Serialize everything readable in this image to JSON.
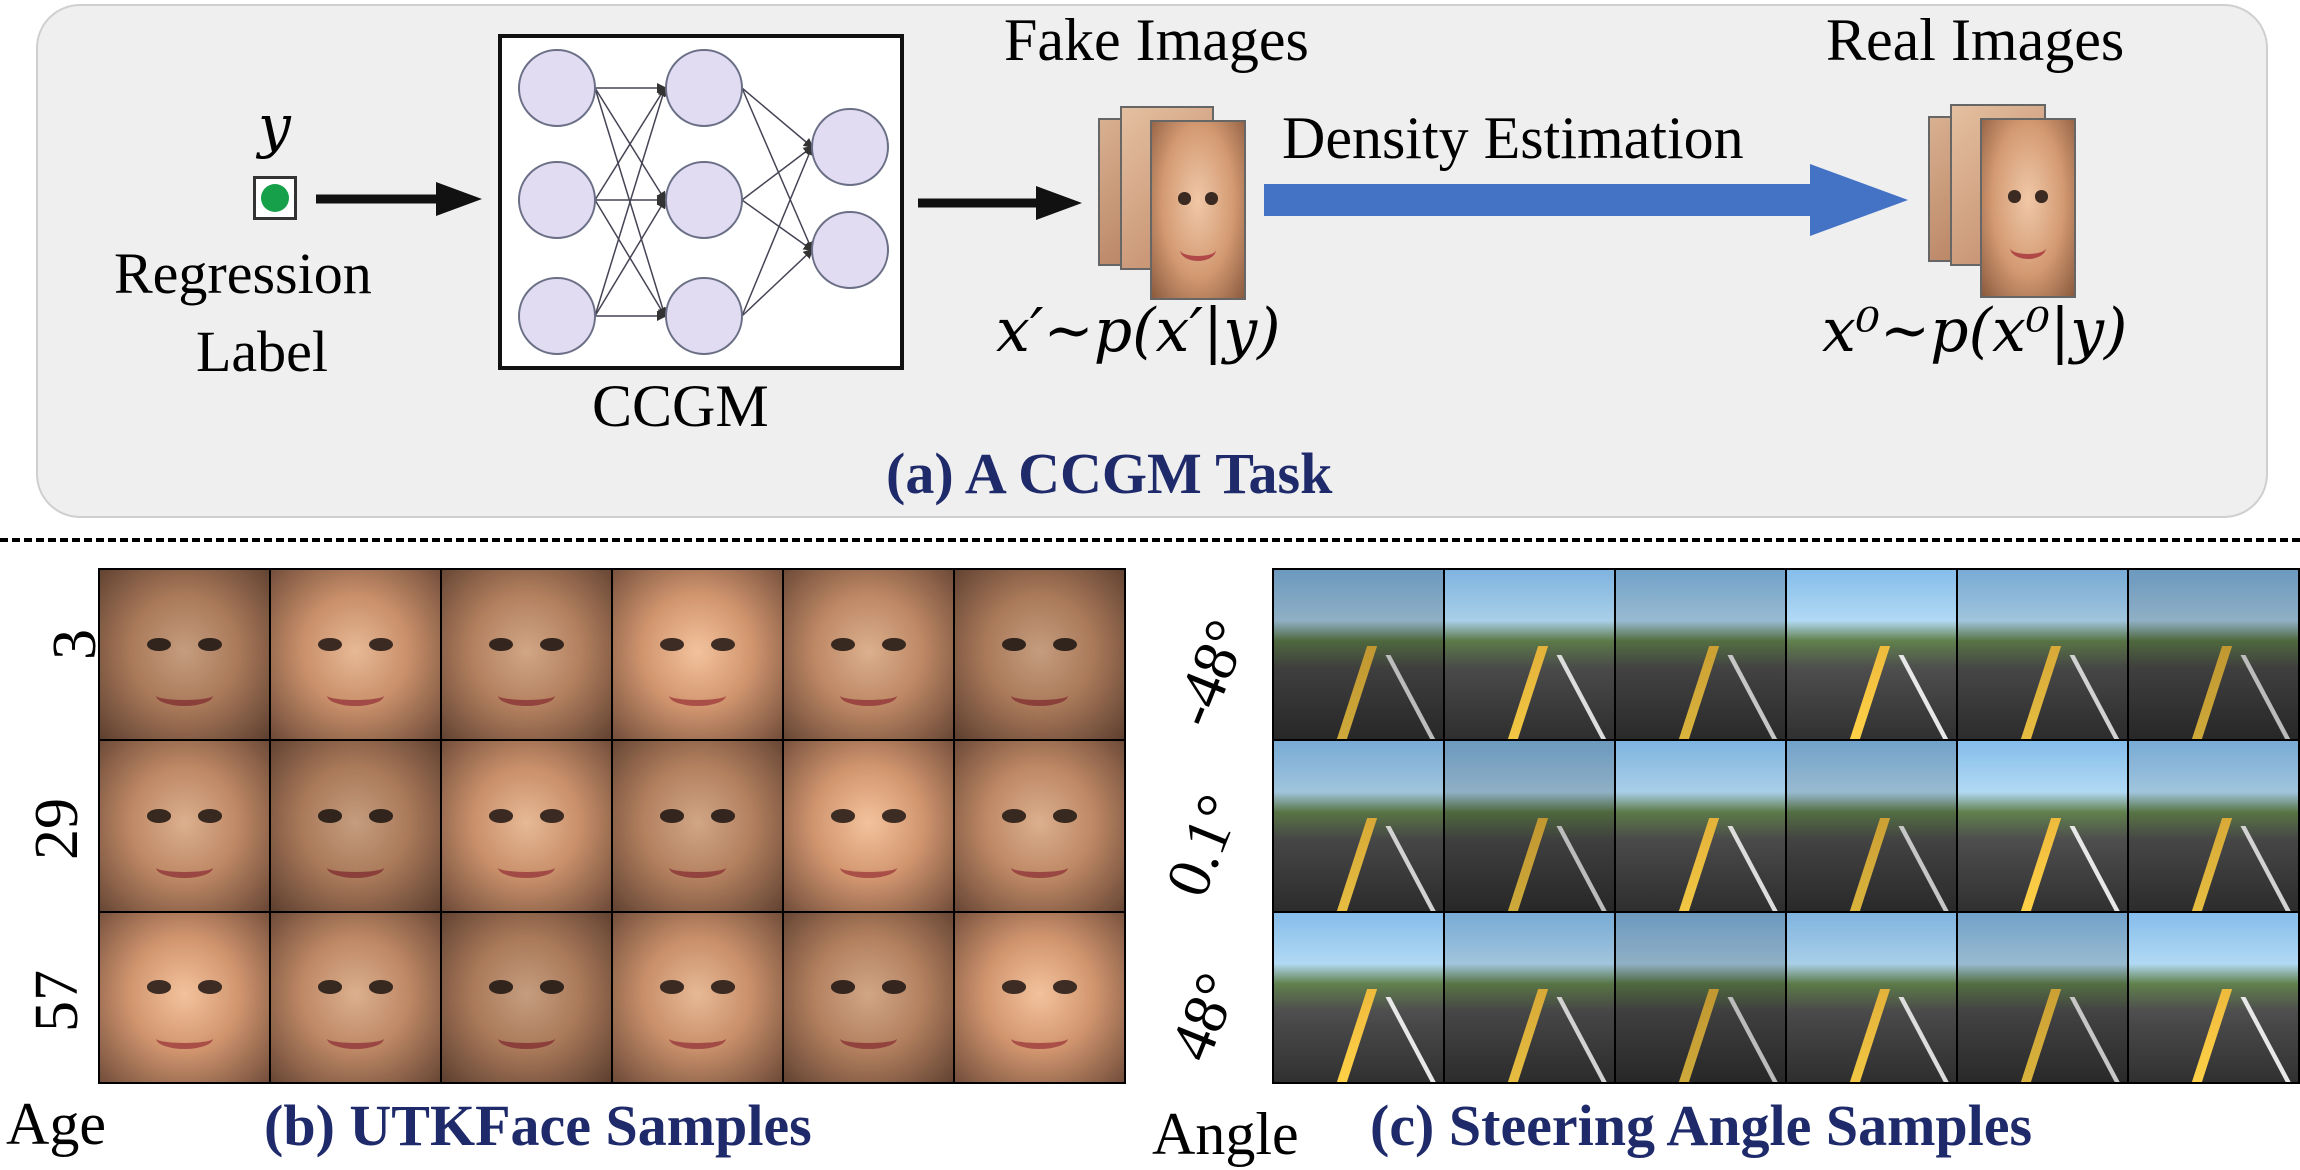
{
  "panel_a": {
    "label_symbol": "y",
    "label_text_1": "Regression",
    "label_text_2": "Label",
    "model_name": "CCGM",
    "fake_title": "Fake Images",
    "fake_formula": "x′~p(x′|y)",
    "arrow_label": "Density Estimation",
    "real_title": "Real Images",
    "real_formula": "x⁰~p(x⁰|y)",
    "caption": "(a) A CCGM Task",
    "colors": {
      "label_dot": "#16a04a",
      "density_arrow": "#4472c4",
      "caption": "#1f2a6b",
      "neuron": "#e2dcf2"
    }
  },
  "panel_b": {
    "axis_name": "Age",
    "row_labels": [
      "3",
      "29",
      "57"
    ],
    "caption": "(b) UTKFace Samples",
    "columns": 6
  },
  "panel_c": {
    "axis_name": "Angle",
    "row_labels": [
      "-48°",
      "0.1°",
      "48°"
    ],
    "caption": "(c) Steering Angle Samples",
    "columns": 6
  }
}
